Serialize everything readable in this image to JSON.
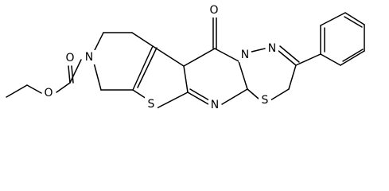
{
  "structure": {
    "atoms": {
      "o_carbonyl_top": "O",
      "o_ester_carbonyl": "O",
      "o_ester_ether": "O",
      "n_piperidine": "N",
      "n_diazine_top": "N",
      "n_diazine_right": "N",
      "n_pyrimidine_bottom": "N",
      "s_thiophene": "S",
      "s_thiadiazine": "S"
    }
  }
}
